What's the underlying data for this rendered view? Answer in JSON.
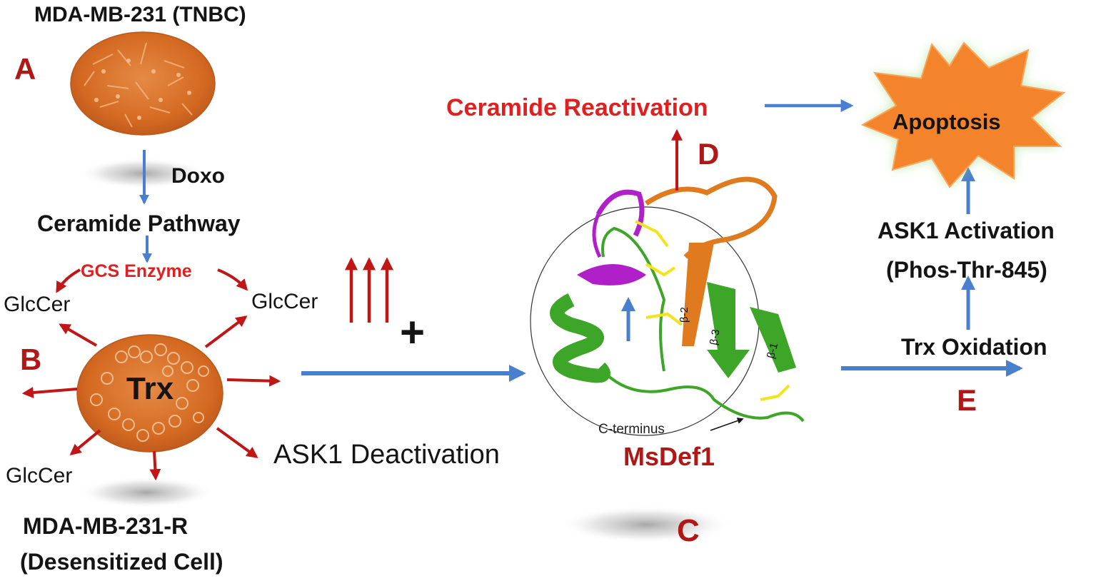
{
  "figure": {
    "cell_line_top": "MDA-MB-231 (TNBC)",
    "panel_a": "A",
    "panel_b": "B",
    "panel_c": "C",
    "panel_d": "D",
    "panel_e": "E",
    "doxo": "Doxo",
    "ceramide_pathway": "Ceramide Pathway",
    "gcs_enzyme": "GCS Enzyme",
    "glccer_left": "GlcCer",
    "glccer_right": "GlcCer",
    "glccer_bottom": "GlcCer",
    "trx": "Trx",
    "ask1_deactivation": "ASK1 Deactivation",
    "plus": "+",
    "cell_line_bottom": "MDA-MB-231-R",
    "desensitized": "(Desensitized Cell)",
    "ceramide_reactivation": "Ceramide Reactivation",
    "apoptosis": "Apoptosis",
    "ask1_activation": "ASK1 Activation",
    "phos_thr": "(Phos-Thr-845)",
    "trx_oxidation": "Trx Oxidation",
    "msdef1": "MsDef1",
    "c_terminus": "C-terminus",
    "beta1": "β-1",
    "beta2": "β-2",
    "beta3": "β-3"
  },
  "colors": {
    "arrow_blue": "#4a7fcf",
    "arrow_red": "#c01616",
    "label_red": "#e02020",
    "cell_orange": "#d9712a",
    "apoptosis_orange": "#f4842c",
    "helix_green": "#3da528",
    "loop_magenta": "#b020c8",
    "strand_orange": "#e07a1e",
    "disulfide_yellow": "#f3e31e"
  }
}
